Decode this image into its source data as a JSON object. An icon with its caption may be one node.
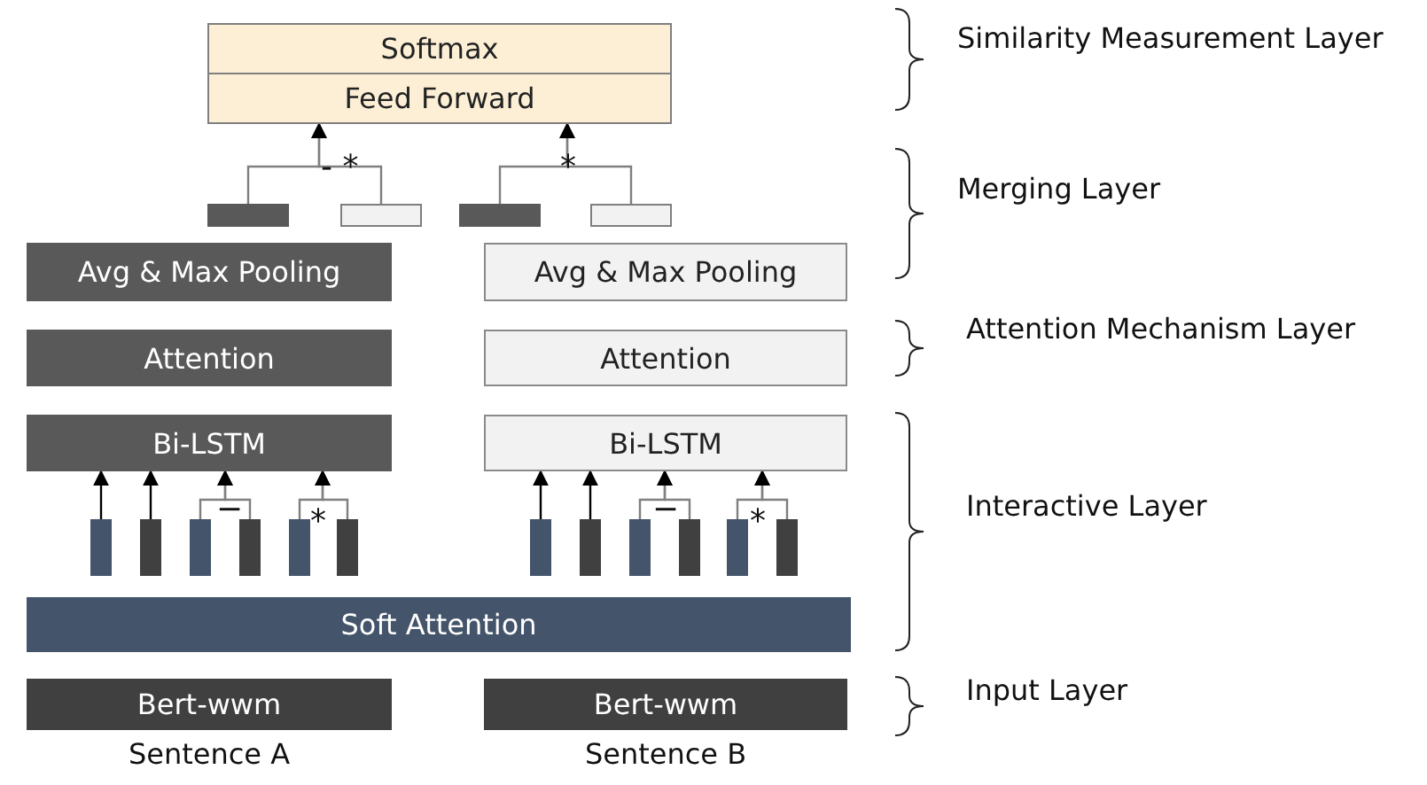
{
  "diagram": {
    "nodes": [
      {
        "text": [
          "Softmax"
        ]
      },
      {
        "text": [
          "Feed Forward"
        ]
      },
      {
        "text": [],
        "shape": "bar"
      },
      {
        "text": [],
        "shape": "bar"
      },
      {
        "text": [],
        "shape": "bar"
      },
      {
        "text": [],
        "shape": "bar"
      },
      {
        "text": [
          "Avg & Max Pooling"
        ]
      },
      {
        "text": [
          "Avg & Max Pooling"
        ]
      },
      {
        "text": [
          "Attention"
        ]
      },
      {
        "text": [
          "Attention"
        ]
      },
      {
        "text": [
          "Bi-LSTM"
        ]
      },
      {
        "text": [
          "Bi-LSTM"
        ]
      },
      {
        "text": [],
        "shape": "bar"
      },
      {
        "text": [],
        "shape": "bar"
      },
      {
        "text": [],
        "shape": "bar"
      },
      {
        "text": [],
        "shape": "bar"
      },
      {
        "text": [],
        "shape": "bar"
      },
      {
        "text": [],
        "shape": "bar"
      },
      {
        "text": [],
        "shape": "bar"
      },
      {
        "text": [],
        "shape": "bar"
      },
      {
        "text": [],
        "shape": "bar"
      },
      {
        "text": [],
        "shape": "bar"
      },
      {
        "text": [],
        "shape": "bar"
      },
      {
        "text": [],
        "shape": "bar"
      },
      {
        "text": [
          "Soft Attention"
        ]
      },
      {
        "text": [
          "Bert-wwm"
        ],
        "beside": [
          "Sentence A"
        ]
      },
      {
        "text": [
          "Bert-wwm"
        ],
        "beside": [
          "Sentence B"
        ]
      }
    ],
    "edges": [
      {
        "from": 2,
        "to": 1,
        "arrow": "to"
      },
      {
        "from": 3,
        "to": 1,
        "arrow": "to"
      },
      {
        "from": 4,
        "to": 1,
        "arrow": "to"
      },
      {
        "from": 5,
        "to": 1,
        "arrow": "to"
      },
      {
        "from": 12,
        "to": 10,
        "arrow": "to",
        "color": "#000000"
      },
      {
        "from": 13,
        "to": 10,
        "arrow": "to",
        "color": "#000000"
      },
      {
        "from": 14,
        "to": 10,
        "arrow": "to"
      },
      {
        "from": 15,
        "to": 10,
        "arrow": "to"
      },
      {
        "from": 16,
        "to": 10,
        "arrow": "to"
      },
      {
        "from": 17,
        "to": 10,
        "arrow": "to"
      },
      {
        "from": 18,
        "to": 11,
        "arrow": "to",
        "color": "#000000"
      },
      {
        "from": 19,
        "to": 11,
        "arrow": "to",
        "color": "#000000"
      },
      {
        "from": 20,
        "to": 11,
        "arrow": "to"
      },
      {
        "from": 21,
        "to": 11,
        "arrow": "to"
      },
      {
        "from": 22,
        "to": 11,
        "arrow": "to"
      },
      {
        "from": 23,
        "to": 11,
        "arrow": "to"
      }
    ],
    "labels": [
      "Similarity Measurement Layer",
      "- *",
      "*",
      "Merging Layer",
      "Attention Mechanism Layer",
      "Interactive Layer",
      "−",
      "*",
      "−",
      "*",
      "Input Layer"
    ]
  }
}
